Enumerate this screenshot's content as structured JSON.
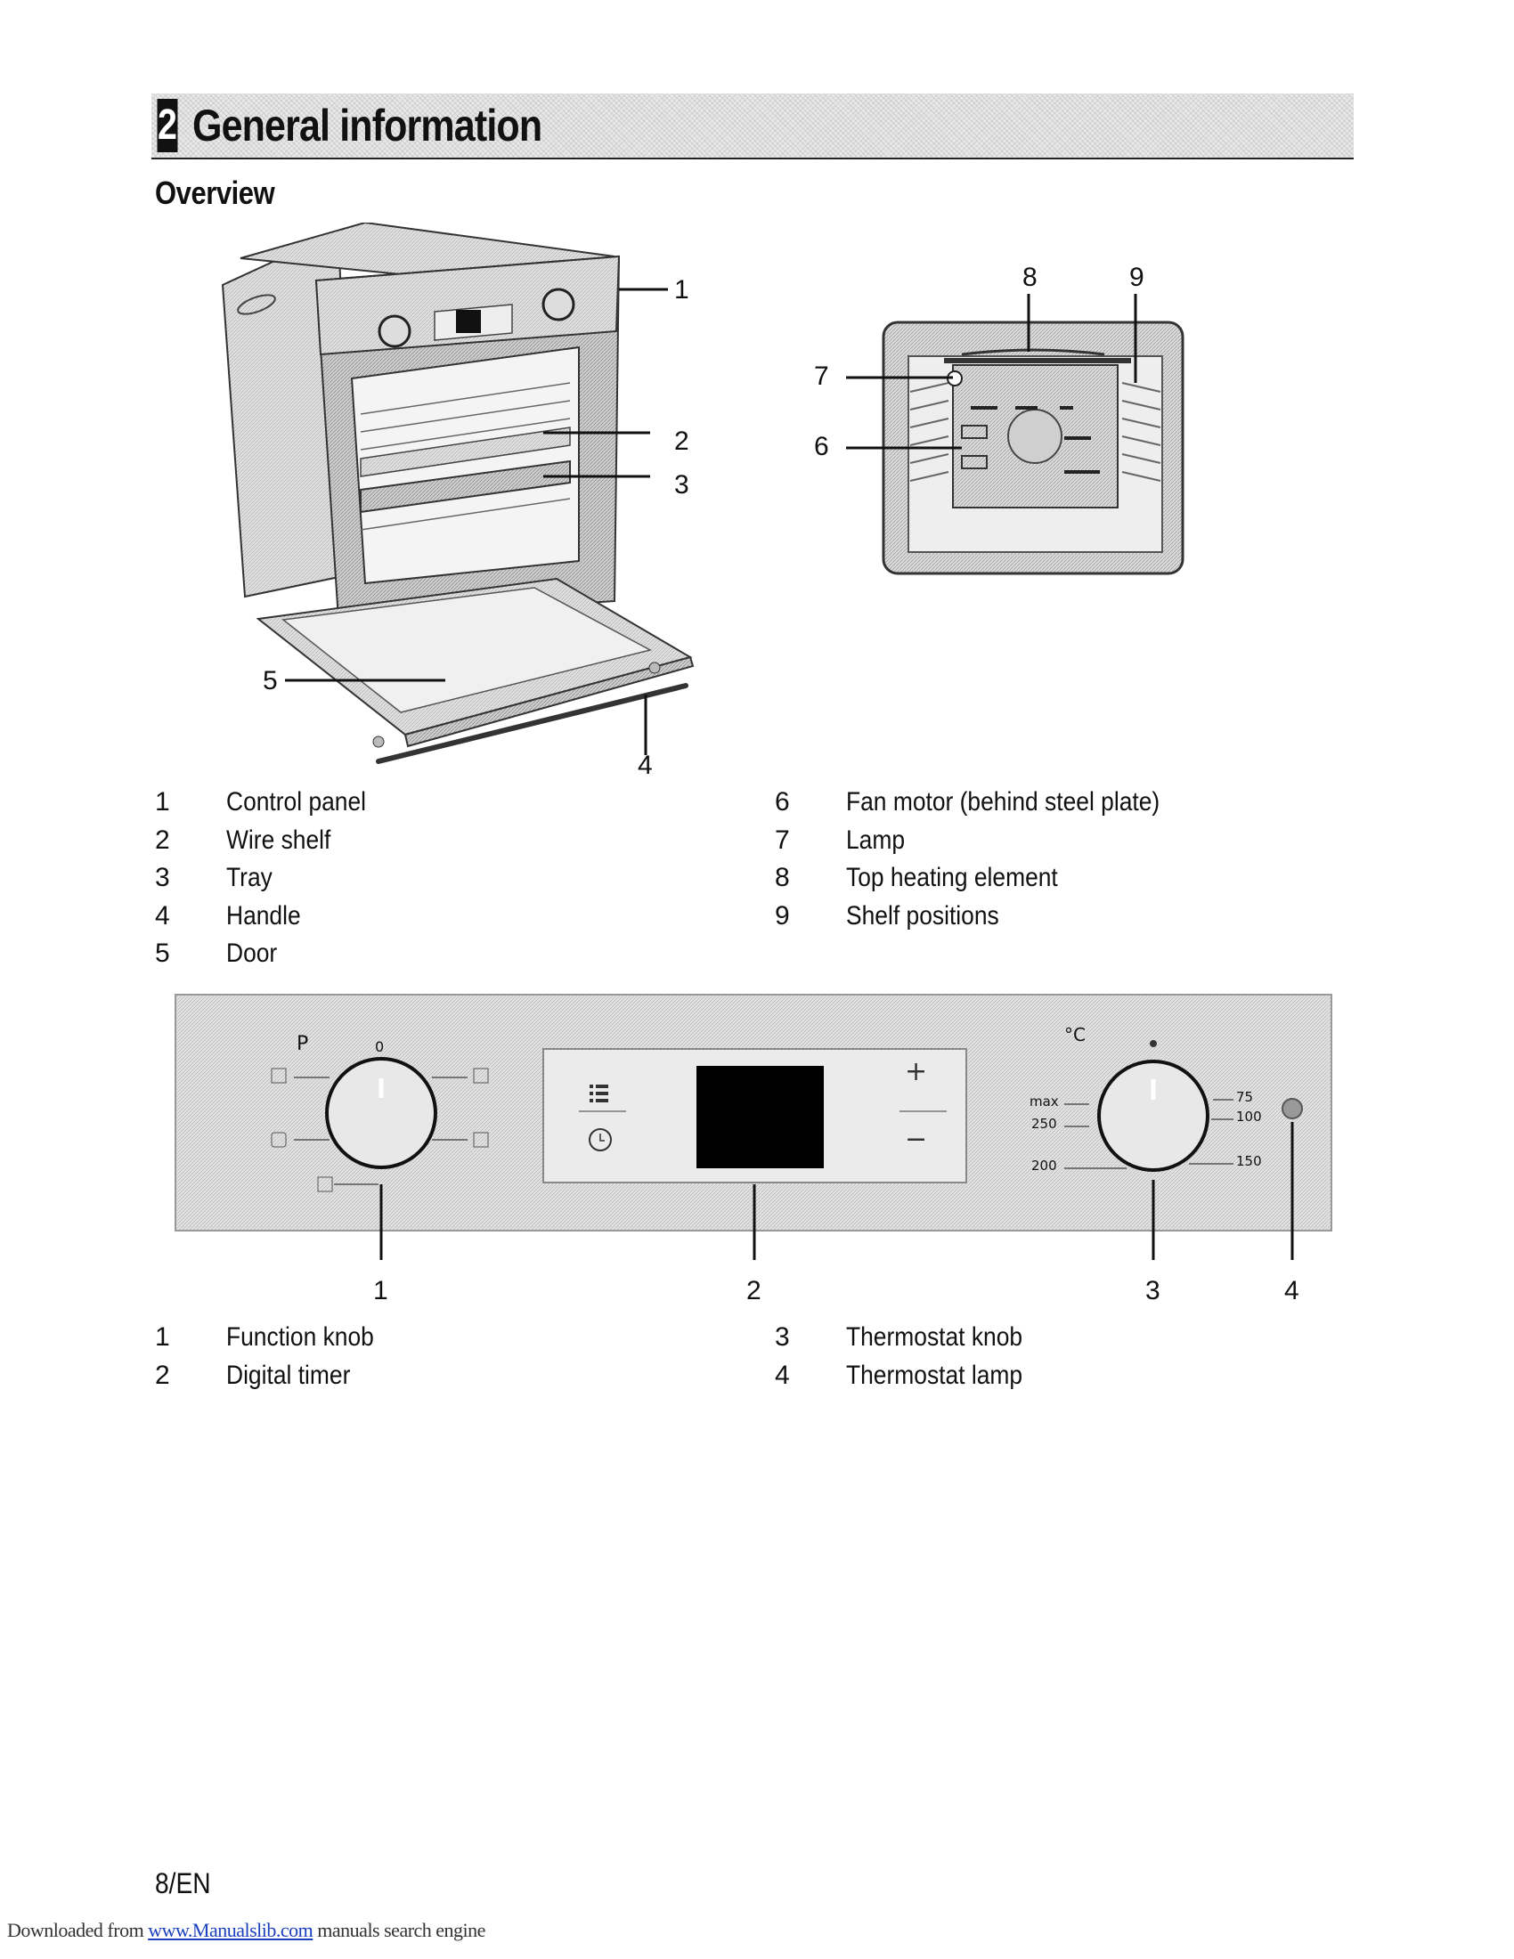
{
  "header": {
    "chapter_number": "2",
    "chapter_title": "General information"
  },
  "section": {
    "title": "Overview"
  },
  "oven_figure": {
    "callouts": [
      "1",
      "2",
      "3",
      "4",
      "5"
    ],
    "cavity_callouts": [
      "6",
      "7",
      "8",
      "9"
    ]
  },
  "legend_top": [
    {
      "num": "1",
      "text": "Control panel"
    },
    {
      "num": "2",
      "text": "Wire shelf"
    },
    {
      "num": "3",
      "text": "Tray"
    },
    {
      "num": "4",
      "text": "Handle"
    },
    {
      "num": "5",
      "text": "Door"
    },
    {
      "num": "6",
      "text": "Fan motor (behind steel plate)"
    },
    {
      "num": "7",
      "text": "Lamp"
    },
    {
      "num": "8",
      "text": "Top heating element"
    },
    {
      "num": "9",
      "text": "Shelf positions"
    }
  ],
  "control_panel": {
    "function_knob": {
      "label_p": "P",
      "label_zero": "0"
    },
    "timer": {
      "plus": "+",
      "minus": "−"
    },
    "thermostat_knob": {
      "unit": "°C",
      "marks": [
        "max",
        "250",
        "200",
        "75",
        "100",
        "150"
      ]
    },
    "callouts": [
      "1",
      "2",
      "3",
      "4"
    ]
  },
  "legend_bottom": [
    {
      "num": "1",
      "text": "Function knob"
    },
    {
      "num": "2",
      "text": "Digital timer"
    },
    {
      "num": "3",
      "text": "Thermostat knob"
    },
    {
      "num": "4",
      "text": "Thermostat lamp"
    }
  ],
  "footer": {
    "page_number": "8/EN",
    "downloaded_prefix": "Downloaded from ",
    "site": "www.Manualslib.com",
    "suffix": " manuals search engine"
  },
  "colors": {
    "text": "#111111",
    "panel_fill": "#e4e4e4",
    "link": "#1a3fbf"
  }
}
